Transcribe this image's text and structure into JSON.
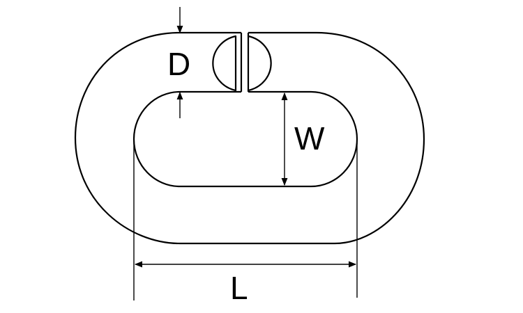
{
  "diagram": {
    "labels": {
      "diameter": "D",
      "width": "W",
      "length": "L"
    },
    "colors": {
      "line": "#000000",
      "background": "#ffffff"
    }
  }
}
